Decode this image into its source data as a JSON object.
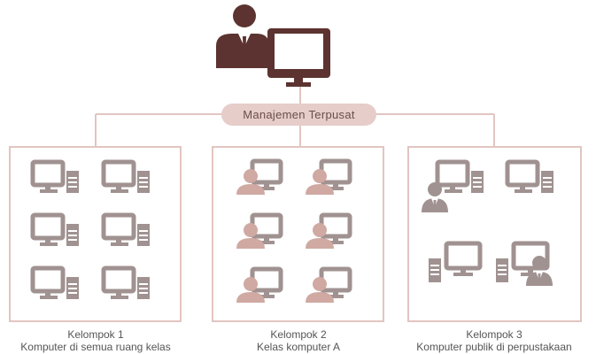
{
  "center": {
    "label": "Manajemen Terpusat"
  },
  "groups": [
    {
      "title": "Kelompok 1",
      "subtitle": "Komputer di semua ruang kelas"
    },
    {
      "title": "Kelompok 2",
      "subtitle": "Kelas komputer A"
    },
    {
      "title": "Kelompok 3",
      "subtitle": "Komputer publik di perpustakaan"
    }
  ],
  "icons": {
    "admin": "admin-person-icon",
    "admin_computer": "monitor-icon",
    "pc": "desktop-computer-icon",
    "student": "student-icon",
    "public_user": "user-icon"
  },
  "colors": {
    "admin": "#5c3330",
    "pc": "#a09291",
    "person": "#cfa9a2",
    "line": "#e2c5c1",
    "pill": "#e6cdca",
    "pill_text": "#6b4e48",
    "label_text": "#555555"
  }
}
